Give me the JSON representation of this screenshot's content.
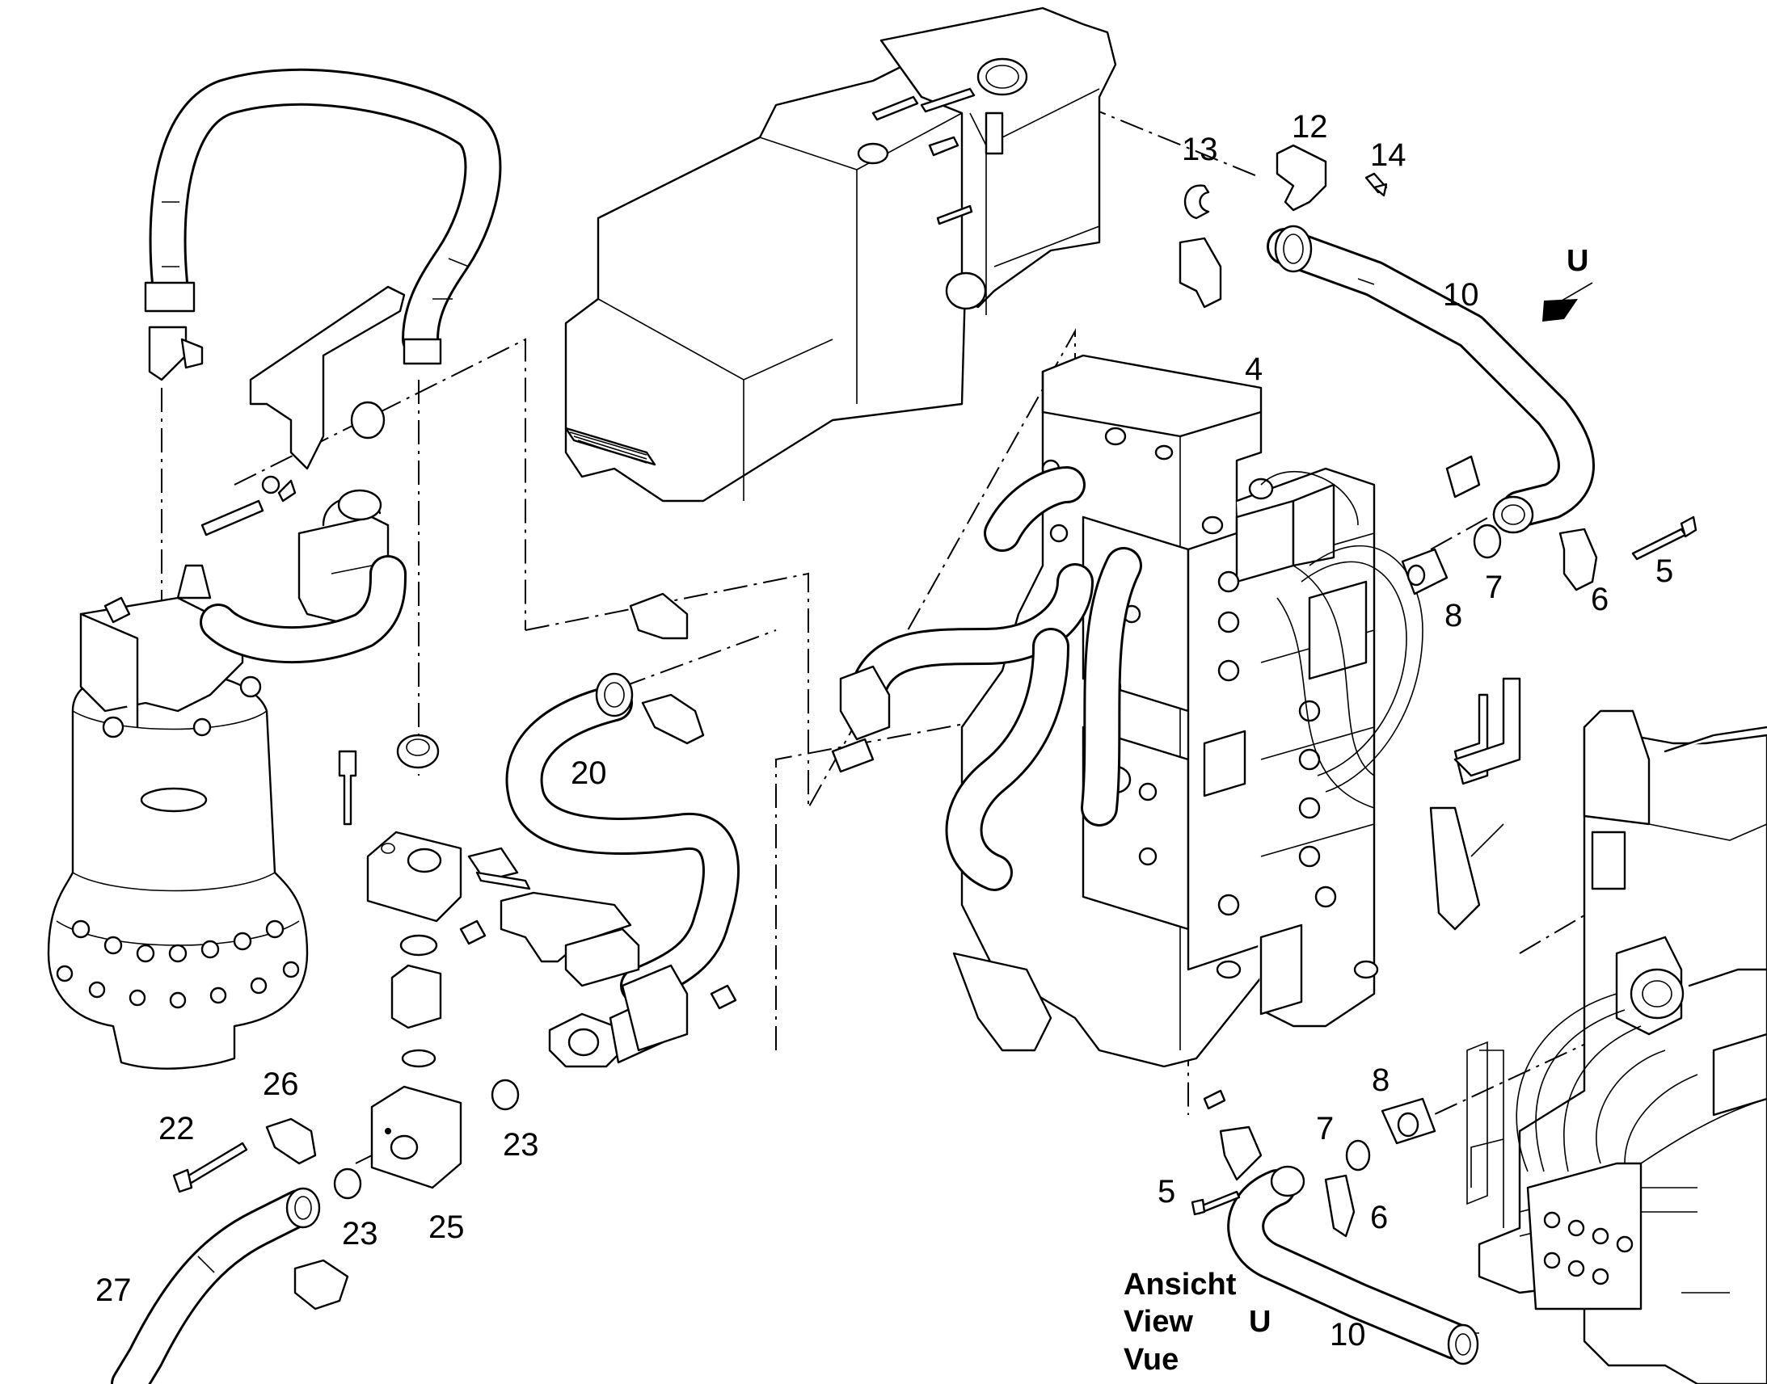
{
  "callouts": {
    "c13": "13",
    "c12": "12",
    "c14": "14",
    "cU": "U",
    "c10a": "10",
    "c4": "4",
    "c5a": "5",
    "c7a": "7",
    "c6a": "6",
    "c8a": "8",
    "c20": "20",
    "c26": "26",
    "c22": "22",
    "c23a": "23",
    "c23b": "23",
    "c25": "25",
    "c27": "27",
    "c8b": "8",
    "c7b": "7",
    "c5b": "5",
    "c6b": "6",
    "c10b": "10"
  },
  "view_caption": {
    "line1": "Ansicht",
    "line2": "View",
    "line2_letter": "U",
    "line3": "Vue"
  }
}
